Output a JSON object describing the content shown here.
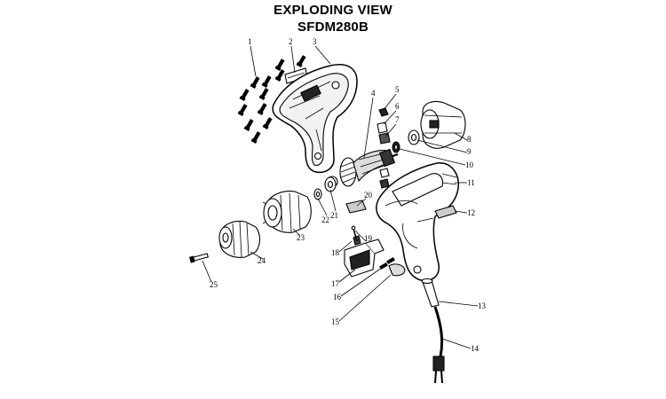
{
  "title": {
    "line1": "EXPLODING VIEW",
    "line2": "SFDM280B"
  },
  "callouts": [
    "1",
    "2",
    "3",
    "4",
    "5",
    "6",
    "7",
    "8",
    "9",
    "10",
    "11",
    "12",
    "13",
    "14",
    "15",
    "16",
    "17",
    "18",
    "19",
    "20",
    "21",
    "22",
    "23",
    "24",
    "25"
  ]
}
